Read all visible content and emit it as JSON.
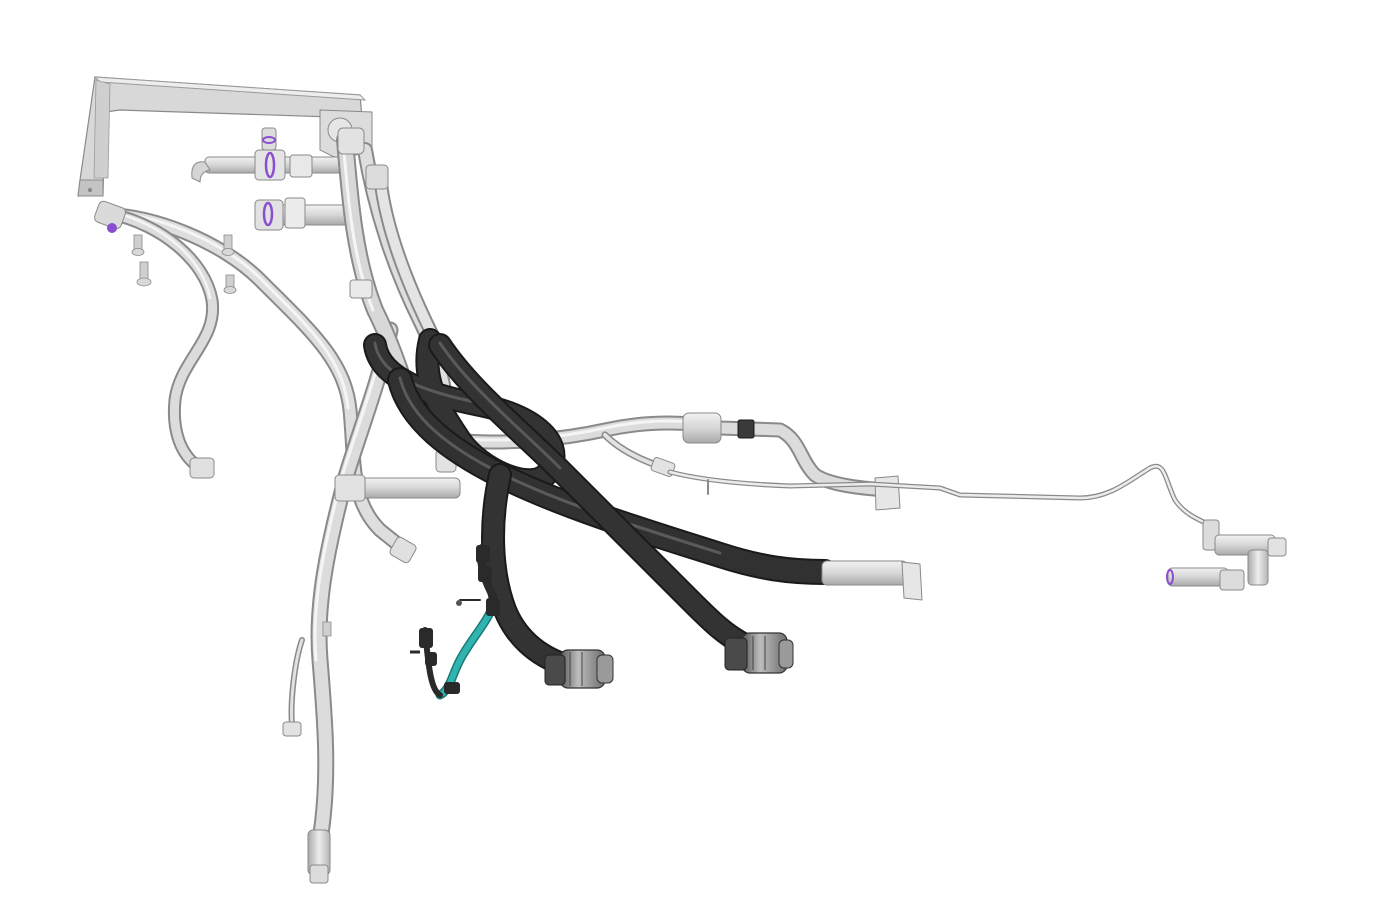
{
  "viewport": {
    "background": "#ffffff"
  },
  "colors": {
    "silver_light": "#e4e4e4",
    "silver_mid": "#c4c4c4",
    "silver_edge": "#8a8a8a",
    "hose_dark": "#2e2e2e",
    "hose_edge": "#1a1a1a",
    "hose_highlight": "#555555",
    "teal": "#2fb4b0",
    "teal_edge": "#1a7a78",
    "purple": "#8a4fd0",
    "connector": "#7a7a7a"
  },
  "parts": [
    {
      "id": "mounting-bracket",
      "material": "silver"
    },
    {
      "id": "valve-fitting-upper",
      "material": "silver"
    },
    {
      "id": "valve-fitting-lower",
      "material": "silver"
    },
    {
      "id": "left-return-pipe",
      "material": "silver"
    },
    {
      "id": "long-left-pipe",
      "material": "silver"
    },
    {
      "id": "long-down-pipe",
      "material": "silver"
    },
    {
      "id": "center-pipe-bundle",
      "material": "silver"
    },
    {
      "id": "right-pipe",
      "material": "silver"
    },
    {
      "id": "thin-brake-line",
      "material": "silver"
    },
    {
      "id": "tee-fitting-assembly",
      "material": "silver"
    },
    {
      "id": "black-hose-long",
      "material": "dark"
    },
    {
      "id": "black-hose-loop",
      "material": "dark"
    },
    {
      "id": "black-hose-lower",
      "material": "dark"
    },
    {
      "id": "black-hose-cross",
      "material": "dark"
    },
    {
      "id": "quick-connector-left",
      "material": "connector"
    },
    {
      "id": "quick-connector-right",
      "material": "connector"
    },
    {
      "id": "teal-wire-harness",
      "material": "teal"
    },
    {
      "id": "mounting-bolts",
      "material": "silver"
    }
  ]
}
